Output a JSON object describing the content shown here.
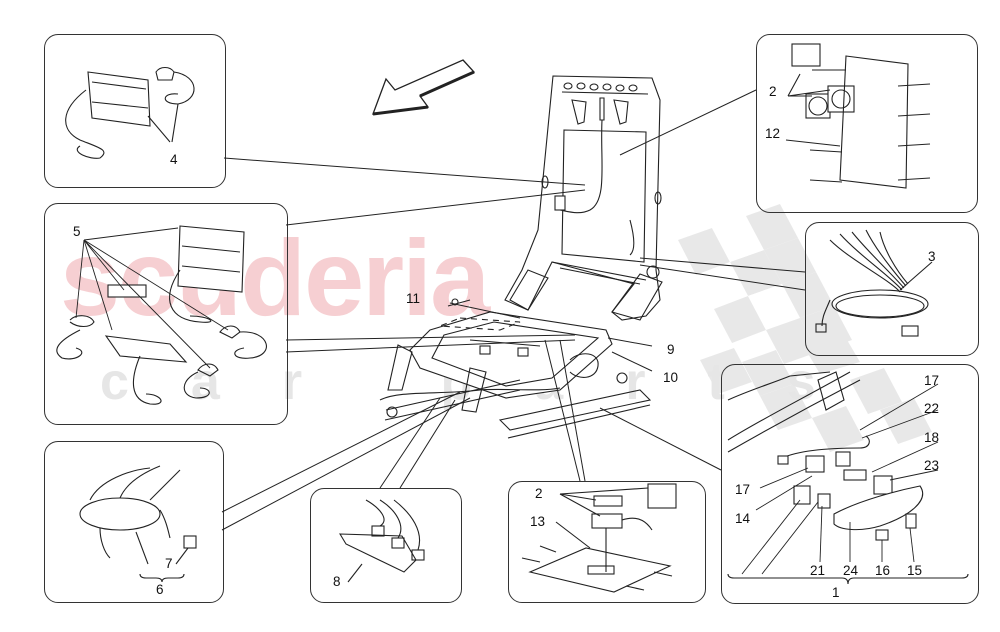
{
  "diagram": {
    "type": "exploded-parts-diagram",
    "subject": "front seat frame with electrical components",
    "watermark": {
      "main_text": "scuderia",
      "sub_text": "car parts",
      "main_color": "#f6cfd2",
      "sub_color": "#e6e6e6",
      "pattern": "checkered-flag"
    },
    "colors": {
      "line": "#222222",
      "panel_border": "#333333",
      "background": "#ffffff",
      "checker": "#e4e4e4"
    },
    "direction_arrow": "front-direction-arrow",
    "panels": [
      {
        "id": "panel-backrest-pad",
        "callouts": [
          "4"
        ]
      },
      {
        "id": "panel-sensors-pads",
        "callouts": [
          "5"
        ]
      },
      {
        "id": "panel-ventilation-backrest",
        "callouts": [
          "2",
          "12"
        ]
      },
      {
        "id": "panel-harness-backrest",
        "callouts": [
          "3"
        ]
      },
      {
        "id": "panel-seat-controls",
        "callouts": [
          "17",
          "22",
          "18",
          "23",
          "17",
          "14",
          "21",
          "24",
          "16",
          "15",
          "1"
        ]
      },
      {
        "id": "panel-main-harness",
        "callouts": [
          "7",
          "6"
        ]
      },
      {
        "id": "panel-occupancy-sensor",
        "callouts": [
          "8"
        ]
      },
      {
        "id": "panel-ventilation-cushion",
        "callouts": [
          "2",
          "13"
        ]
      }
    ],
    "callouts": {
      "c1": "1",
      "c2a": "2",
      "c2b": "2",
      "c3": "3",
      "c4": "4",
      "c5": "5",
      "c6": "6",
      "c7": "7",
      "c8": "8",
      "c9": "9",
      "c10": "10",
      "c11": "11",
      "c12": "12",
      "c13": "13",
      "c14": "14",
      "c15": "15",
      "c16": "16",
      "c17a": "17",
      "c17b": "17",
      "c18": "18",
      "c21": "21",
      "c22": "22",
      "c23": "23",
      "c24": "24"
    }
  }
}
